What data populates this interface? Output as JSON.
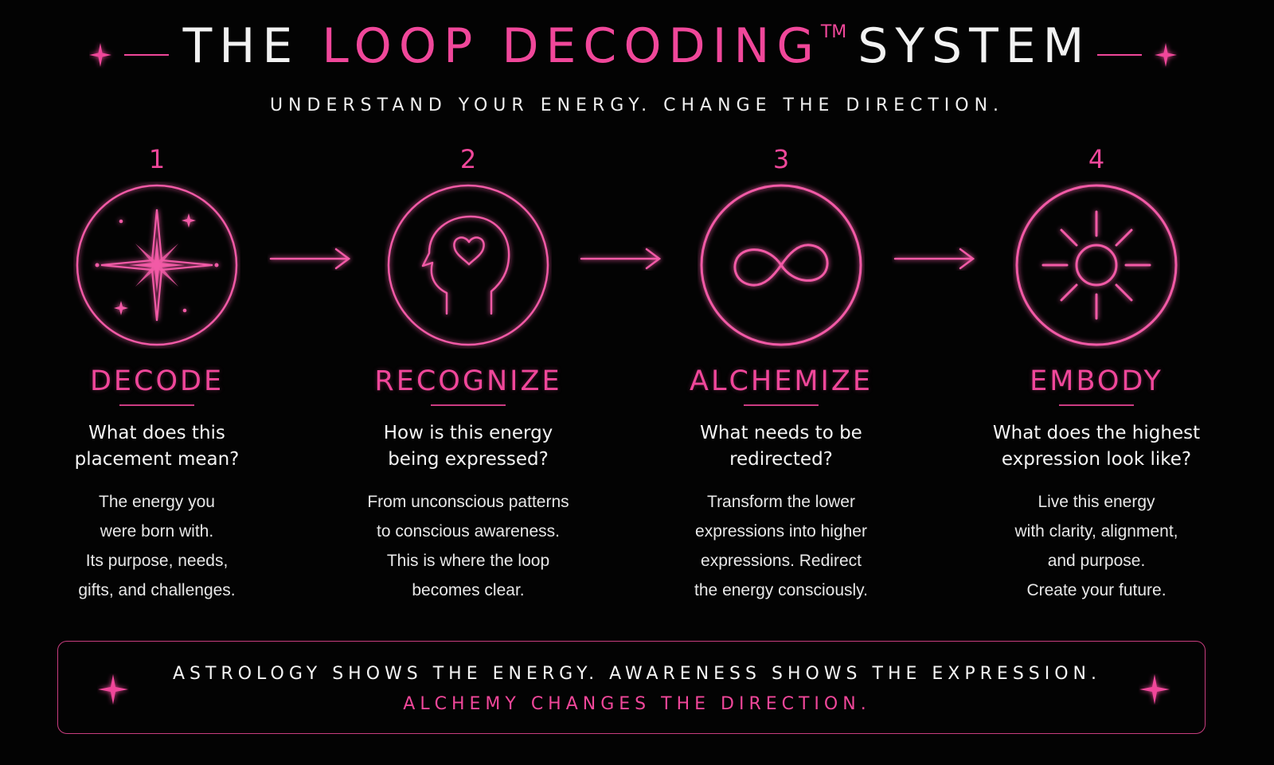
{
  "header": {
    "title_pre": "THE ",
    "title_highlight": "LOOP DECODING",
    "trademark": "TM",
    "title_post": "SYSTEM",
    "subtitle": "UNDERSTAND YOUR ENERGY. CHANGE THE DIRECTION."
  },
  "colors": {
    "accent": "#f0479a",
    "background": "#030303",
    "text": "#f2f2f2"
  },
  "steps": [
    {
      "number": "1",
      "icon": "compass-star-icon",
      "title": "DECODE",
      "question": [
        "What does this",
        "placement mean?"
      ],
      "description": [
        "The energy you",
        "were born with.",
        "Its purpose, needs,",
        "gifts, and challenges."
      ]
    },
    {
      "number": "2",
      "icon": "head-heart-icon",
      "title": "RECOGNIZE",
      "question": [
        "How is this energy",
        "being expressed?"
      ],
      "description": [
        "From unconscious patterns",
        "to conscious awareness.",
        "This is where the loop",
        "becomes clear."
      ]
    },
    {
      "number": "3",
      "icon": "infinity-icon",
      "title": "ALCHEMIZE",
      "question": [
        "What needs to be",
        "redirected?"
      ],
      "description": [
        "Transform the lower",
        "expressions into higher",
        "expressions. Redirect",
        "the energy consciously."
      ]
    },
    {
      "number": "4",
      "icon": "sun-icon",
      "title": "EMBODY",
      "question": [
        "What does the highest",
        "expression look like?"
      ],
      "description": [
        "Live this energy",
        "with clarity, alignment,",
        "and purpose.",
        "Create your future."
      ]
    }
  ],
  "footer": {
    "line1": "ASTROLOGY SHOWS THE ENERGY.  AWARENESS SHOWS THE EXPRESSION.",
    "line2": "ALCHEMY CHANGES THE DIRECTION."
  }
}
